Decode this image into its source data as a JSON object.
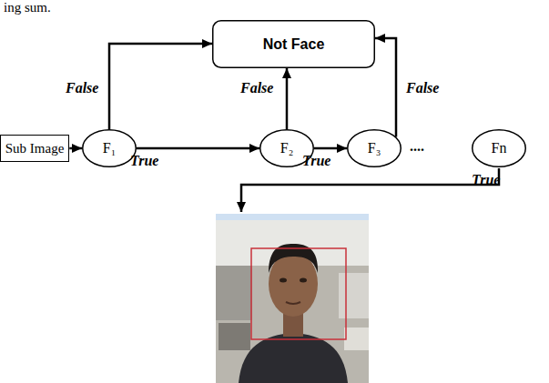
{
  "diagram": {
    "nodes": [
      {
        "text": [
          "Not Face"
        ]
      },
      {
        "text": [
          "Sub Image"
        ]
      },
      {
        "text": [
          "F₁"
        ]
      },
      {
        "text": [
          "F₂"
        ]
      },
      {
        "text": [
          "F₃"
        ]
      },
      {
        "text": [
          "Fn"
        ]
      }
    ],
    "edges": [
      {
        "from": 1,
        "to": 2,
        "arrow": "to"
      },
      {
        "from": 2,
        "to": 0,
        "arrow": "to",
        "label": "False"
      },
      {
        "from": 2,
        "to": 3,
        "arrow": "to",
        "label": "True"
      },
      {
        "from": 3,
        "to": 0,
        "arrow": "to",
        "label": "False"
      },
      {
        "from": 3,
        "to": 4,
        "arrow": "to",
        "label": "True"
      },
      {
        "from": 4,
        "to": 0,
        "arrow": "to",
        "label": "False"
      }
    ],
    "labels": [
      "ing sum.",
      "....",
      "True"
    ]
  }
}
